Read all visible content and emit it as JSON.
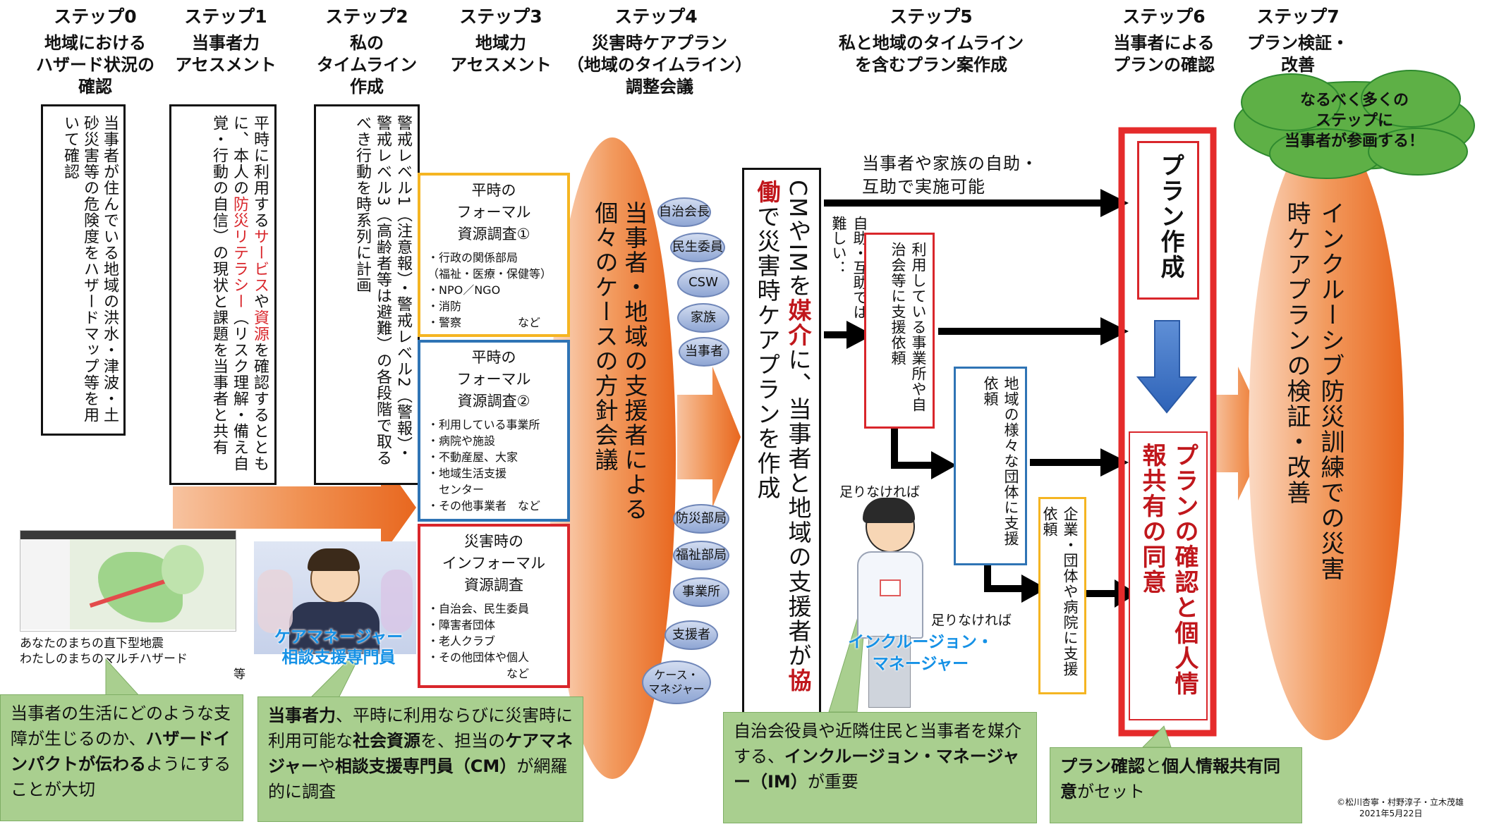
{
  "steps": [
    {
      "title": "ステップ0",
      "desc": "地域における\nハザード状況の\n確認"
    },
    {
      "title": "ステップ1",
      "desc": "当事者力\nアセスメント"
    },
    {
      "title": "ステップ2",
      "desc": "私の\nタイムライン\n作成"
    },
    {
      "title": "ステップ3",
      "desc": "地域力\nアセスメント"
    },
    {
      "title": "ステップ4",
      "desc": "災害時ケアプラン\n（地域のタイムライン）\n調整会議"
    },
    {
      "title": "ステップ5",
      "desc": "私と地域のタイムライン\nを含むプラン案作成"
    },
    {
      "title": "ステップ6",
      "desc": "当事者による\nプランの確認"
    },
    {
      "title": "ステップ7",
      "desc": "プラン検証・\n改善"
    }
  ],
  "step0_box": "当事者が住んでいる地域の洪水・津波・土砂災害等の危険度をハザードマップ等を用いて確認",
  "step1_box": {
    "part1": "平時に利用する",
    "service": "サービス",
    "part2": "や",
    "resource": "資源",
    "part3": "を確認するとともに、本人の",
    "literacy": "防災リテラシー",
    "part4": "（リスク理解・備え自覚・行動の自信）の現状と課題を当事者と共有"
  },
  "step2_box": "警戒レベル1（注意報）・警戒レベル2（警報）・警戒レベル3（高齢者等は避難）の各段階で取るべき行動を時系列に計画",
  "resources": {
    "formal1": {
      "title": "平時の\nフォーマル\n資源調査①",
      "items": [
        "・行政の関係部局",
        "（福祉・医療・保健等）",
        "・NPO／NGO",
        "・消防",
        "・警察　　　　　など"
      ]
    },
    "formal2": {
      "title": "平時の\nフォーマル\n資源調査②",
      "items": [
        "・利用している事業所",
        "・病院や施設",
        "・不動産屋、大家",
        "・地域生活支援",
        "　センター",
        "・その他事業者　など"
      ]
    },
    "informal": {
      "title": "災害時の\nインフォーマル\n資源調査",
      "items": [
        "・自治会、民生委員",
        "・障害者団体",
        "・老人クラブ",
        "・その他団体や個人",
        "　　　　　　　など"
      ]
    }
  },
  "conference_text": "当事者・地域の支援者による個々のケースの方針会議",
  "participants_top": [
    "自治会長",
    "民生委員",
    "CSW",
    "家族",
    "当事者"
  ],
  "participants_bottom": [
    "防災部局",
    "福祉部局",
    "事業所",
    "支援者",
    "ケース・\nマネジャー"
  ],
  "cm_box": {
    "part1": "CMやIMを",
    "mediate": "媒介",
    "part2": "に、当事者と地域の支援者が",
    "collab": "協働",
    "part3": "で災害時ケアプランを作成"
  },
  "self_help_text": "当事者や家族の自助・\n互助で実施可能",
  "difficult_text": "自助・互助では難しい：",
  "request_box1": "利用している事業所や自治会等に支援依頼",
  "request_box2": "地域の様々な団体に支援依頼",
  "request_box3": "企業・団体や病院に支援依頼",
  "not_enough1": "足りなければ",
  "not_enough2": "足りなければ",
  "plan_create": "プラン作成",
  "plan_confirm": "プランの確認と個人情報共有の同意",
  "final_text": "インクルーシブ防災訓練での災害時ケアプランの検証・改善",
  "cloud_text": "なるべく多くの\nステップに\n当事者が参画する！",
  "hazard_caption": {
    "line1": "あなたのまちの直下型地震",
    "line2": "わたしのまちのマルチハザード",
    "line3": "等"
  },
  "cm_label": "ケアマネージャー\n相談支援専門員",
  "im_label": "インクルージョン・\nマネージャー",
  "green_boxes": {
    "g1": {
      "a": "当事者の生活にどのような支障が生じるのか、",
      "b": "ハザードインパクトが伝わる",
      "c": "ようにすることが大切"
    },
    "g2": {
      "a": "当事者力",
      "b": "、平時に利用ならびに災害時に利用可能な",
      "c": "社会資源",
      "d": "を、担当の",
      "e": "ケアマネジャー",
      "f": "や",
      "g": "相談支援専門員",
      "h": "（CM）",
      "i": "が網羅的に調査"
    },
    "g3": {
      "a": "自治会役員や近隣住民と当事者を媒介する、",
      "b": "インクルージョン・マネージャー（IM）",
      "c": "が重要"
    },
    "g4": {
      "a": "プラン確認",
      "b": "と",
      "c": "個人情報共有同意",
      "d": "がセット"
    }
  },
  "copyright": {
    "line1": "©松川杏寧・村野淳子・立木茂雄",
    "line2": "2021年5月22日"
  },
  "colors": {
    "orange": "#ee7d2a",
    "red": "#d9262b",
    "blue": "#2f74b5",
    "yellow": "#f5b522",
    "green": "#a9cf8f"
  }
}
